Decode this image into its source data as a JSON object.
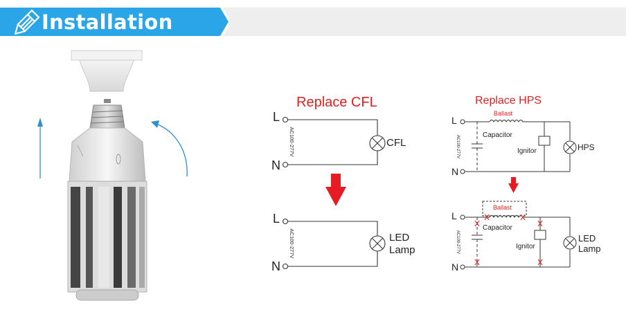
{
  "header": {
    "title": "Installation",
    "icon": "lamp-bulb-icon",
    "tab_color": "#2aa6e8",
    "bar_color": "#eeeeee"
  },
  "cfl_panel": {
    "title": "Replace CFL",
    "before": {
      "line_label": "L",
      "neutral_label": "N",
      "voltage": "AC100-277V",
      "lamp_label": "CFL"
    },
    "after": {
      "line_label": "L",
      "neutral_label": "N",
      "voltage": "AC100-277V",
      "lamp_label_1": "LED",
      "lamp_label_2": "Lamp"
    }
  },
  "hps_panel": {
    "title": "Replace HPS",
    "before": {
      "line_label": "L",
      "neutral_label": "N",
      "voltage": "AC100-277V",
      "ballast_label": "Ballast",
      "capacitor_label": "Capacitor",
      "ignitor_label": "Ignitor",
      "lamp_label": "HPS"
    },
    "after": {
      "line_label": "L",
      "neutral_label": "N",
      "voltage": "AC100-277V",
      "ballast_label": "Ballast",
      "capacitor_label": "Capacitor",
      "ignitor_label": "Ignitor",
      "lamp_label_1": "LED",
      "lamp_label_2": "Lamp"
    }
  },
  "colors": {
    "title_red": "#e32020",
    "arrow_red": "#e51c23",
    "cut_red": "#e03030",
    "line": "#333333",
    "rotate_arrow": "#2f8fcf"
  }
}
